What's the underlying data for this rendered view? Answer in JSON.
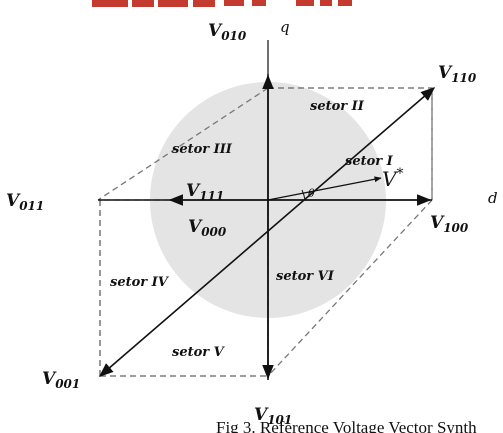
{
  "diagram": {
    "vectors": {
      "v010": "V",
      "v010_sub": "010",
      "v110": "V",
      "v110_sub": "110",
      "v011": "V",
      "v011_sub": "011",
      "v100": "V",
      "v100_sub": "100",
      "v001": "V",
      "v001_sub": "001",
      "v101": "V",
      "v101_sub": "101",
      "v111": "V",
      "v111_sub": "111",
      "v000": "V",
      "v000_sub": "000",
      "vref": "V",
      "vref_sup": "*"
    },
    "axes": {
      "q": "q",
      "d": "d"
    },
    "angle": "θ",
    "sectors": {
      "s1": "setor  I",
      "s2": "setor II",
      "s3": "setor III",
      "s4": "setor IV",
      "s5": "setor V",
      "s6": "setor VI"
    },
    "caption": "Fig 3. Reference Voltage Vector Synth"
  },
  "colors": {
    "circle": "#e4e4e4",
    "lines": "#111111",
    "dashed": "#777777",
    "logo_red": "#c43a2e"
  }
}
